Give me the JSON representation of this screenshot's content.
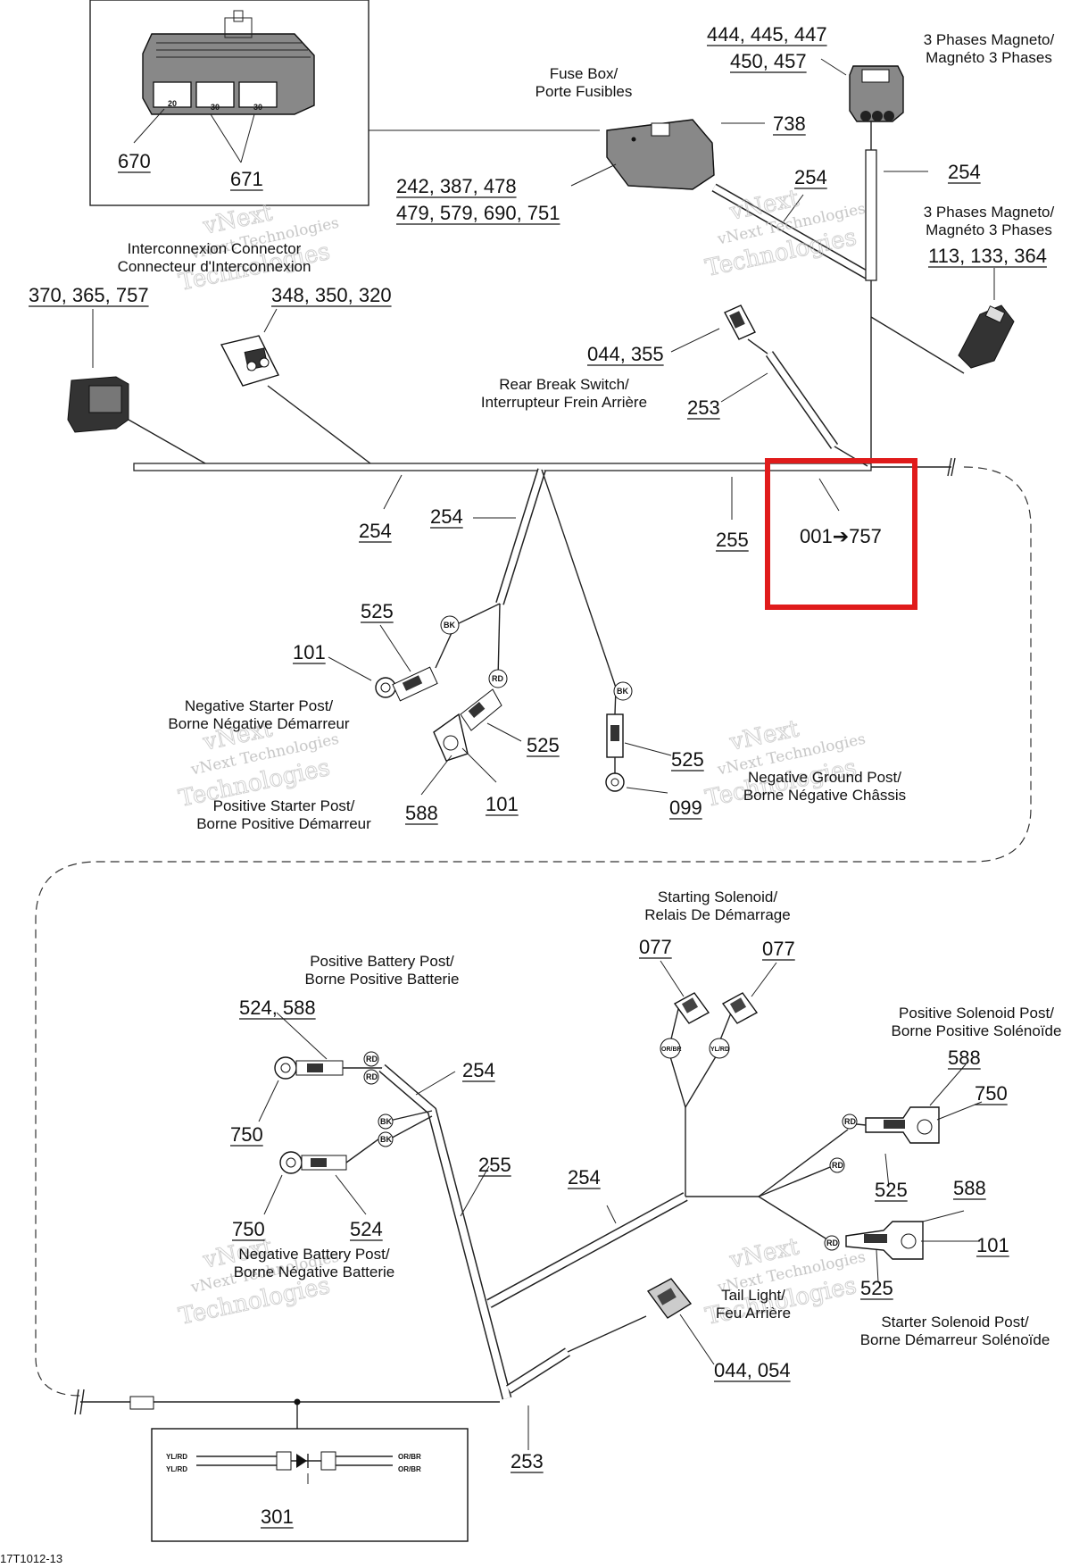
{
  "watermark": {
    "line1": "vNext",
    "line2": "vNext Technologies",
    "line3": "Technologies"
  },
  "callouts": [
    {
      "id": "c670",
      "text": "670"
    },
    {
      "id": "c671",
      "text": "671"
    },
    {
      "id": "c738",
      "text": "738"
    },
    {
      "id": "c242",
      "text": "242, 387, 478"
    },
    {
      "id": "c479",
      "text": "479, 579, 690, 751"
    },
    {
      "id": "c444",
      "text": "444, 445, 447"
    },
    {
      "id": "c450",
      "text": "450, 457"
    },
    {
      "id": "c254a",
      "text": "254"
    },
    {
      "id": "c254b",
      "text": "254"
    },
    {
      "id": "c113",
      "text": "113, 133, 364"
    },
    {
      "id": "c370",
      "text": "370, 365, 757"
    },
    {
      "id": "c348",
      "text": "348, 350, 320"
    },
    {
      "id": "c044a",
      "text": "044, 355"
    },
    {
      "id": "c253a",
      "text": "253"
    },
    {
      "id": "c254c",
      "text": "254"
    },
    {
      "id": "c254d",
      "text": "254"
    },
    {
      "id": "c255a",
      "text": "255"
    },
    {
      "id": "c001",
      "text": "001➔757"
    },
    {
      "id": "c525a",
      "text": "525"
    },
    {
      "id": "c101a",
      "text": "101"
    },
    {
      "id": "c525b",
      "text": "525"
    },
    {
      "id": "c588a",
      "text": "588"
    },
    {
      "id": "c101b",
      "text": "101"
    },
    {
      "id": "c525c",
      "text": "525"
    },
    {
      "id": "c099",
      "text": "099"
    },
    {
      "id": "c077a",
      "text": "077"
    },
    {
      "id": "c077b",
      "text": "077"
    },
    {
      "id": "c524a",
      "text": "524, 588"
    },
    {
      "id": "c254e",
      "text": "254"
    },
    {
      "id": "c750a",
      "text": "750"
    },
    {
      "id": "c255b",
      "text": "255"
    },
    {
      "id": "c254f",
      "text": "254"
    },
    {
      "id": "c750b",
      "text": "750"
    },
    {
      "id": "c524b",
      "text": "524"
    },
    {
      "id": "c588b",
      "text": "588"
    },
    {
      "id": "c750c",
      "text": "750"
    },
    {
      "id": "c525d",
      "text": "525"
    },
    {
      "id": "c588c",
      "text": "588"
    },
    {
      "id": "c101c",
      "text": "101"
    },
    {
      "id": "c525e",
      "text": "525"
    },
    {
      "id": "c044b",
      "text": "044, 054"
    },
    {
      "id": "c253b",
      "text": "253"
    },
    {
      "id": "c301",
      "text": "301"
    }
  ],
  "captions": [
    {
      "id": "fuse1",
      "text": "Fuse Box/"
    },
    {
      "id": "fuse2",
      "text": "Porte Fusibles"
    },
    {
      "id": "mag1a",
      "text": "3 Phases Magneto/"
    },
    {
      "id": "mag1b",
      "text": "Magnéto 3 Phases"
    },
    {
      "id": "mag2a",
      "text": "3 Phases Magneto/"
    },
    {
      "id": "mag2b",
      "text": "Magnéto 3 Phases"
    },
    {
      "id": "int1",
      "text": "Interconnexion Connector"
    },
    {
      "id": "int2",
      "text": "Connecteur d'Interconnexion"
    },
    {
      "id": "rear1",
      "text": "Rear Break Switch/"
    },
    {
      "id": "rear2",
      "text": "Interrupteur Frein Arrière"
    },
    {
      "id": "nsp1",
      "text": "Negative Starter Post/"
    },
    {
      "id": "nsp2",
      "text": "Borne Négative Démarreur"
    },
    {
      "id": "psp1",
      "text": "Positive Starter Post/"
    },
    {
      "id": "psp2",
      "text": "Borne Positive Démarreur"
    },
    {
      "id": "ngp1",
      "text": "Negative Ground Post/"
    },
    {
      "id": "ngp2",
      "text": "Borne Négative Châssis"
    },
    {
      "id": "sol1",
      "text": "Starting Solenoid/"
    },
    {
      "id": "sol2",
      "text": "Relais De Démarrage"
    },
    {
      "id": "pbp1",
      "text": "Positive Battery Post/"
    },
    {
      "id": "pbp2",
      "text": "Borne Positive Batterie"
    },
    {
      "id": "psol1",
      "text": "Positive Solenoid Post/"
    },
    {
      "id": "psol2",
      "text": "Borne Positive Solénoïde"
    },
    {
      "id": "nbp1",
      "text": "Negative Battery Post/"
    },
    {
      "id": "nbp2",
      "text": "Borne Négative Batterie"
    },
    {
      "id": "tail1",
      "text": "Tail Light/"
    },
    {
      "id": "tail2",
      "text": "Feu Arrière"
    },
    {
      "id": "ssp1",
      "text": "Starter Solenoid Post/"
    },
    {
      "id": "ssp2",
      "text": "Borne Démarreur Solénoïde"
    }
  ],
  "wire_tags": [
    {
      "id": "bk1",
      "text": "BK"
    },
    {
      "id": "rd1",
      "text": "RD"
    },
    {
      "id": "bk2",
      "text": "BK"
    },
    {
      "id": "rd2",
      "text": "RD"
    },
    {
      "id": "rd3",
      "text": "RD"
    },
    {
      "id": "bk3",
      "text": "BK"
    },
    {
      "id": "bk4",
      "text": "BK"
    },
    {
      "id": "orbr",
      "text": "OR/BR"
    },
    {
      "id": "ylrd",
      "text": "YL/RD"
    },
    {
      "id": "rd4",
      "text": "RD"
    },
    {
      "id": "rd5",
      "text": "RD"
    },
    {
      "id": "rd6",
      "text": "RD"
    }
  ],
  "inset": {
    "fuse_labels": [
      "20",
      "30",
      "30"
    ],
    "diode_labels": {
      "left_top": "YL/RD",
      "left_bottom": "YL/RD",
      "right_top": "OR/BR",
      "right_bottom": "OR/BR"
    }
  },
  "highlight": {
    "color": "#e01b1b",
    "target": "001➔757"
  },
  "figure_id": "17T1012-13"
}
